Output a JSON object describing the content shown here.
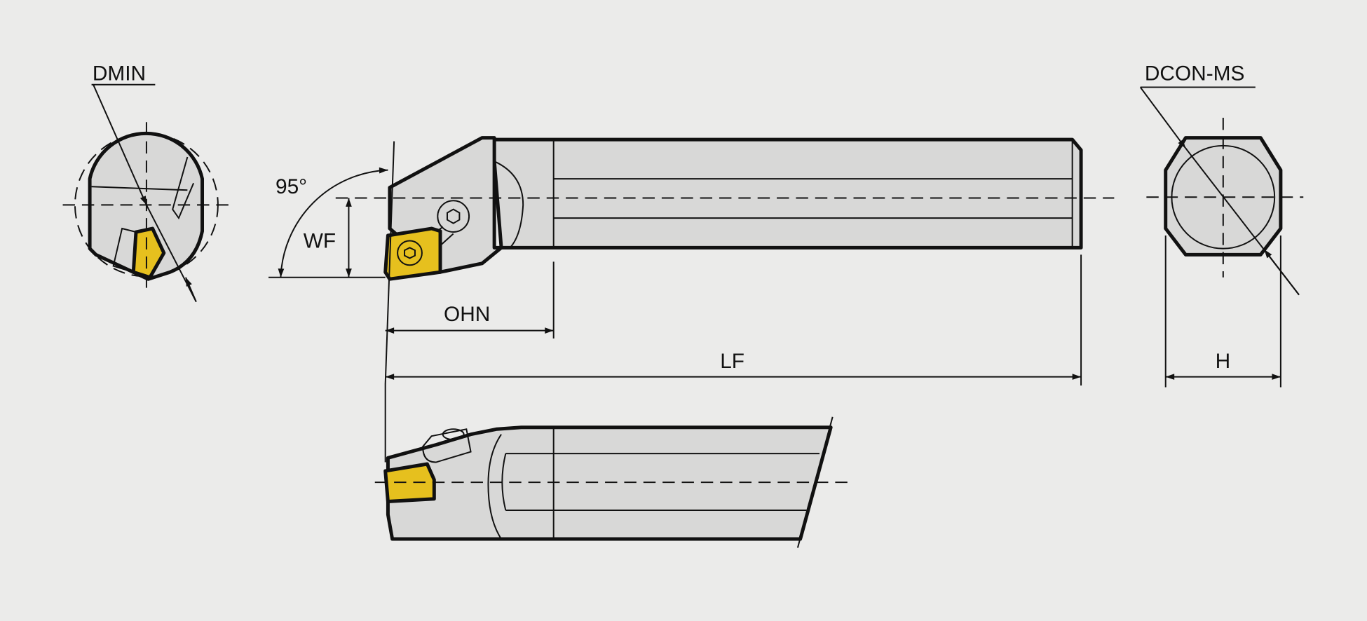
{
  "labels": {
    "dmin": "DMIN",
    "dcon_ms": "DCON-MS",
    "angle": "95°",
    "wf": "WF",
    "ohn": "OHN",
    "lf": "LF",
    "h": "H"
  },
  "colors": {
    "background": "#ebebea",
    "tool_body": "#d8d8d7",
    "insert": "#e6c01e",
    "line": "#111111"
  }
}
